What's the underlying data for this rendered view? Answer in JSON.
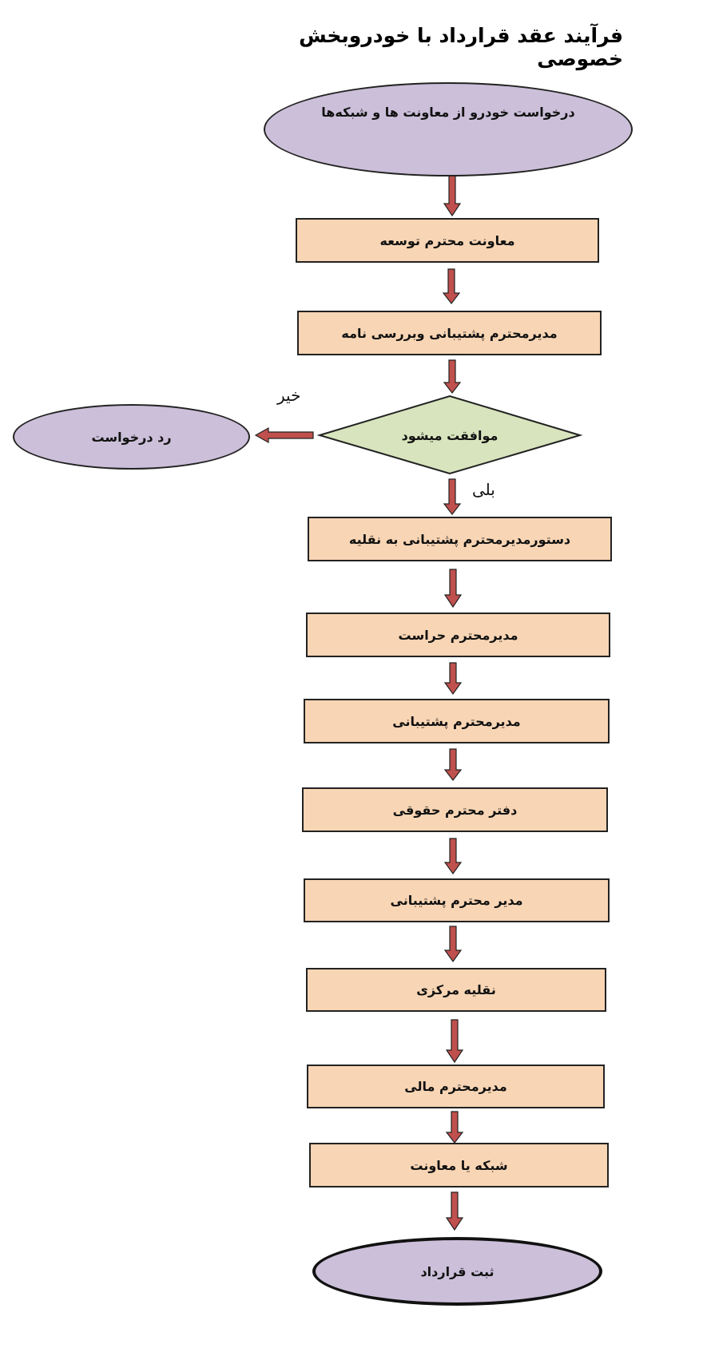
{
  "title": "فرآیند عقد قرارداد با خودروبخش خصوصی",
  "colors": {
    "process_fill": "#f8d5b4",
    "terminal_fill": "#cbbfd9",
    "decision_fill": "#d7e4bd",
    "arrow_fill": "#c0504d",
    "border": "#222222"
  },
  "nodes": {
    "start": "درخواست خودرو از معاونت ها و شبکه‌ها",
    "step1": "معاونت محترم توسعه",
    "step2": "مدیرمحترم پشتیبانی وبررسی نامه",
    "decision": "موافقت  میشود",
    "reject": "رد درخواست",
    "step3": "دستورمدیرمحترم پشتیبانی به نقلیه",
    "step4": "مدیرمحترم حراست",
    "step5": "مدیرمحترم پشتیبانی",
    "step6": "دفتر محترم حقوقی",
    "step7": "مدیر محترم پشتیبانی",
    "step8": "نقلیه  مرکزی",
    "step9": "مدیرمحترم مالی",
    "step10": "شبکه یا معاونت",
    "end": "ثبت قرارداد"
  },
  "edge_labels": {
    "no": "خیر",
    "yes": "بلی"
  }
}
